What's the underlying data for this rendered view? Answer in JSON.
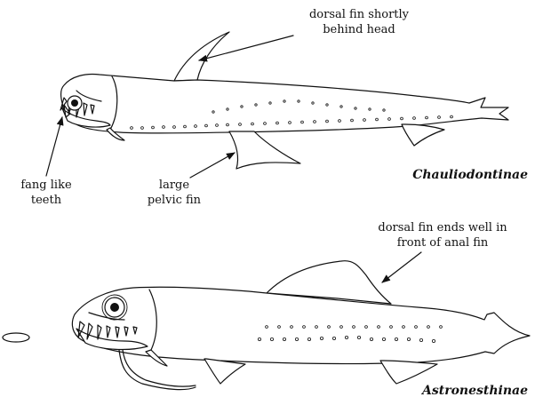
{
  "figure": {
    "top": {
      "title": "Chauliodontinae",
      "label_dorsal": [
        "dorsal fin shortly",
        "behind head"
      ],
      "label_teeth": [
        "fang like",
        "teeth"
      ],
      "label_pelvic": [
        "large",
        "pelvic fin"
      ]
    },
    "bottom": {
      "title": "Astronesthinae",
      "label_dorsal": [
        "dorsal fin ends well in",
        "front of anal fin"
      ]
    }
  }
}
